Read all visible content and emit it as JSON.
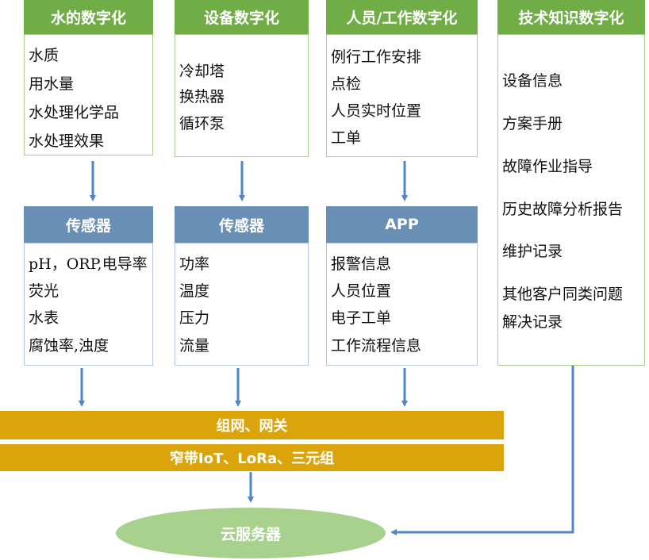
{
  "columns": [
    {
      "title": "水的数字化",
      "items": [
        "水质",
        "用水量",
        "水处理化学品",
        "水处理效果"
      ]
    },
    {
      "title": "设备数字化",
      "items": [
        "冷却塔",
        "换热器",
        "循环泵"
      ]
    },
    {
      "title": "人员/工作数字化",
      "items": [
        "例行工作安排",
        "点检",
        "人员实时位置",
        "工单"
      ]
    },
    {
      "title": "技术知识数字化",
      "items": [
        "设备信息",
        "方案手册",
        "故障作业指导",
        "历史故障分析报告",
        "维护记录",
        "其他客户同类问题",
        "解决记录"
      ]
    }
  ],
  "mid": [
    {
      "title": "传感器",
      "items": [
        "pH，ORP,电导率",
        "荧光",
        "水表",
        "腐蚀率,浊度"
      ]
    },
    {
      "title": "传感器",
      "items": [
        "功率",
        "温度",
        "压力",
        "流量"
      ]
    },
    {
      "title": "APP",
      "items": [
        "报警信息",
        "人员位置",
        "电子工单",
        "工作流程信息"
      ]
    }
  ],
  "bars": {
    "network": "组网、网关",
    "protocol": "窄带IoT、LoRa、三元组"
  },
  "cloud": "云服务器",
  "colors": {
    "green_header": "#70ad47",
    "blue_header": "#6a8fb5",
    "gold_bar": "#dca40b",
    "cloud": "#a9d18e",
    "arrow": "#4f86c6"
  }
}
